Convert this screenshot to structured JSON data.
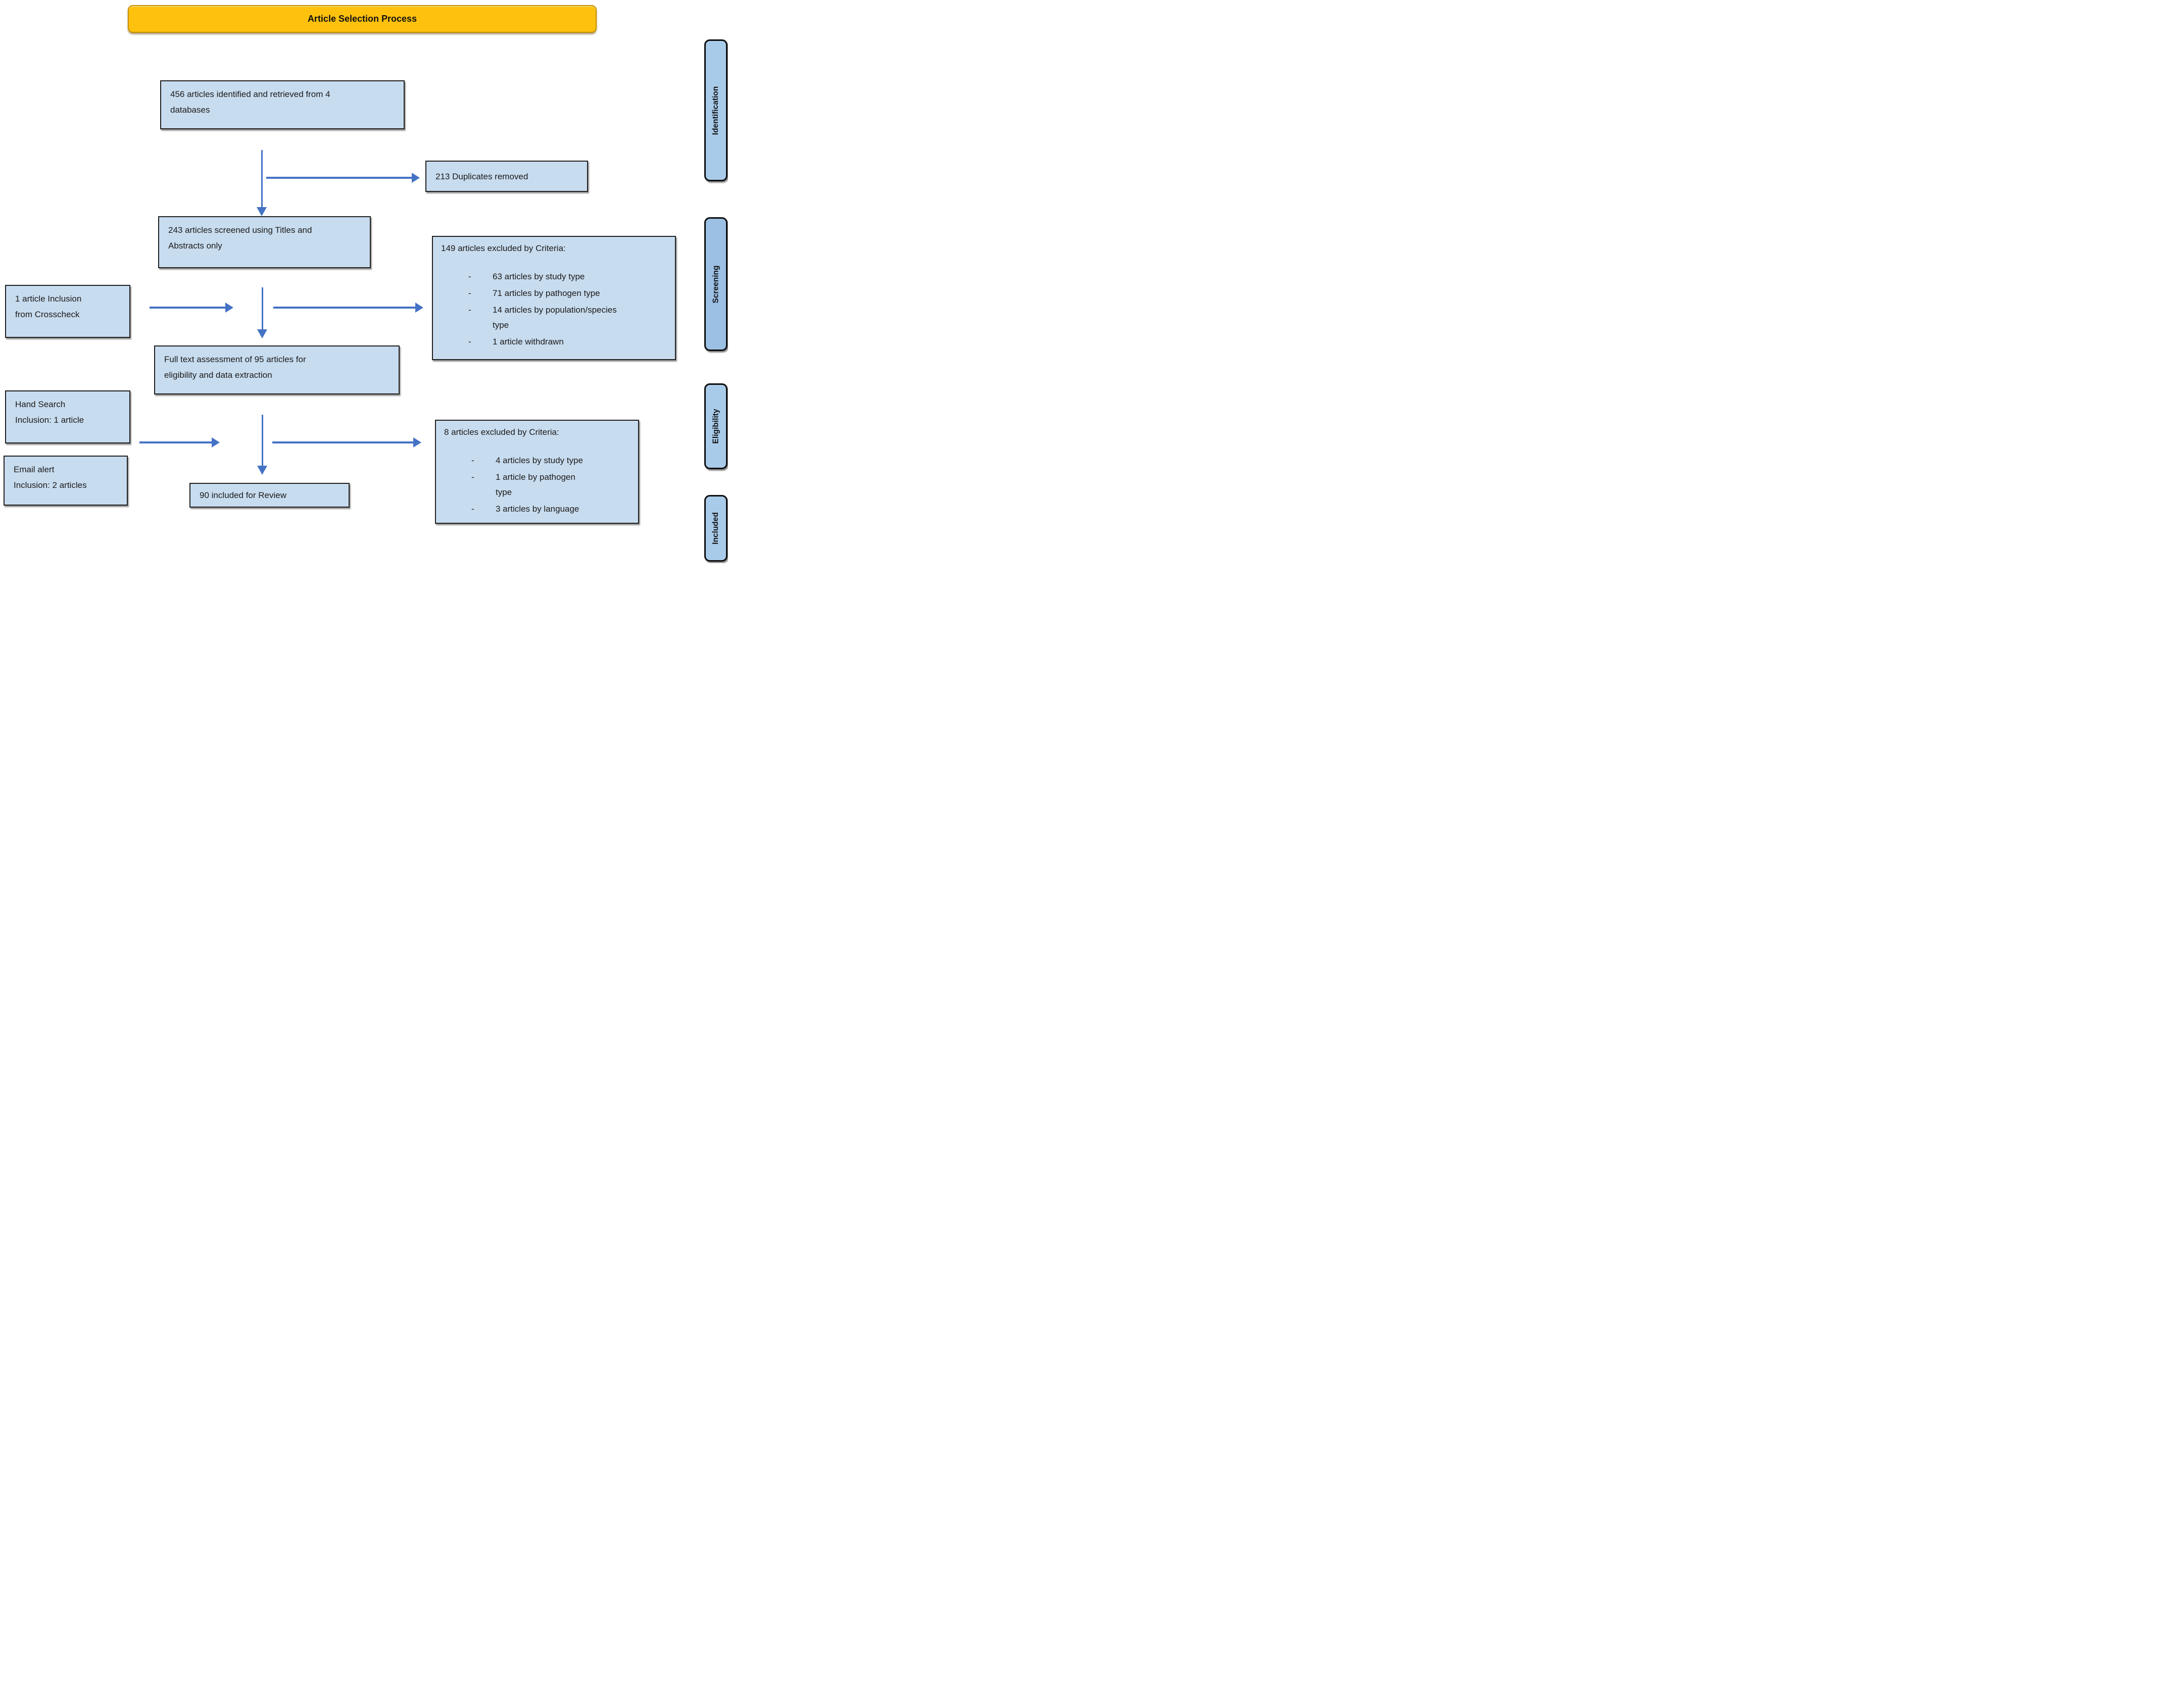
{
  "title": "Article Selection Process",
  "bullet_dash": "-",
  "colors": {
    "title-fill": "#FEC10D",
    "title-border": "#C99000",
    "box-fill": "#C8DCEF",
    "box-border": "#1F1F1F",
    "tab-fill": "#A9CBEA",
    "tab-fill-screening": "#9CC0E4",
    "arrow": "#4472C4"
  },
  "boxes": {
    "identified": {
      "text": "456 articles identified and retrieved from 4\ndatabases"
    },
    "duplicates": {
      "text": "213 Duplicates removed"
    },
    "screened": {
      "text": "243 articles screened using Titles and\nAbstracts only"
    },
    "crosscheck": {
      "text": "1 article Inclusion\nfrom Crosscheck"
    },
    "excluded_screening": {
      "title": "149 articles excluded by Criteria:",
      "bullets": [
        "63 articles by study type",
        "71 articles by pathogen type",
        "14 articles by population/species\ntype",
        "1 article withdrawn"
      ]
    },
    "fulltext": {
      "text": "Full text assessment of 95 articles for\neligibility and data extraction"
    },
    "handsearch": {
      "text": "Hand Search\nInclusion: 1 article"
    },
    "emailalert": {
      "text": "Email alert\nInclusion: 2 articles"
    },
    "included": {
      "text": "90 included for Review"
    },
    "excluded_eligibility": {
      "title": "8 articles excluded by Criteria:",
      "bullets": [
        "4 articles by study type",
        "1 article by pathogen\ntype",
        "3 articles by language"
      ]
    }
  },
  "stages": {
    "identification": "Identification",
    "screening": "Screening",
    "eligibility": "Eligibility",
    "included": "Included"
  }
}
